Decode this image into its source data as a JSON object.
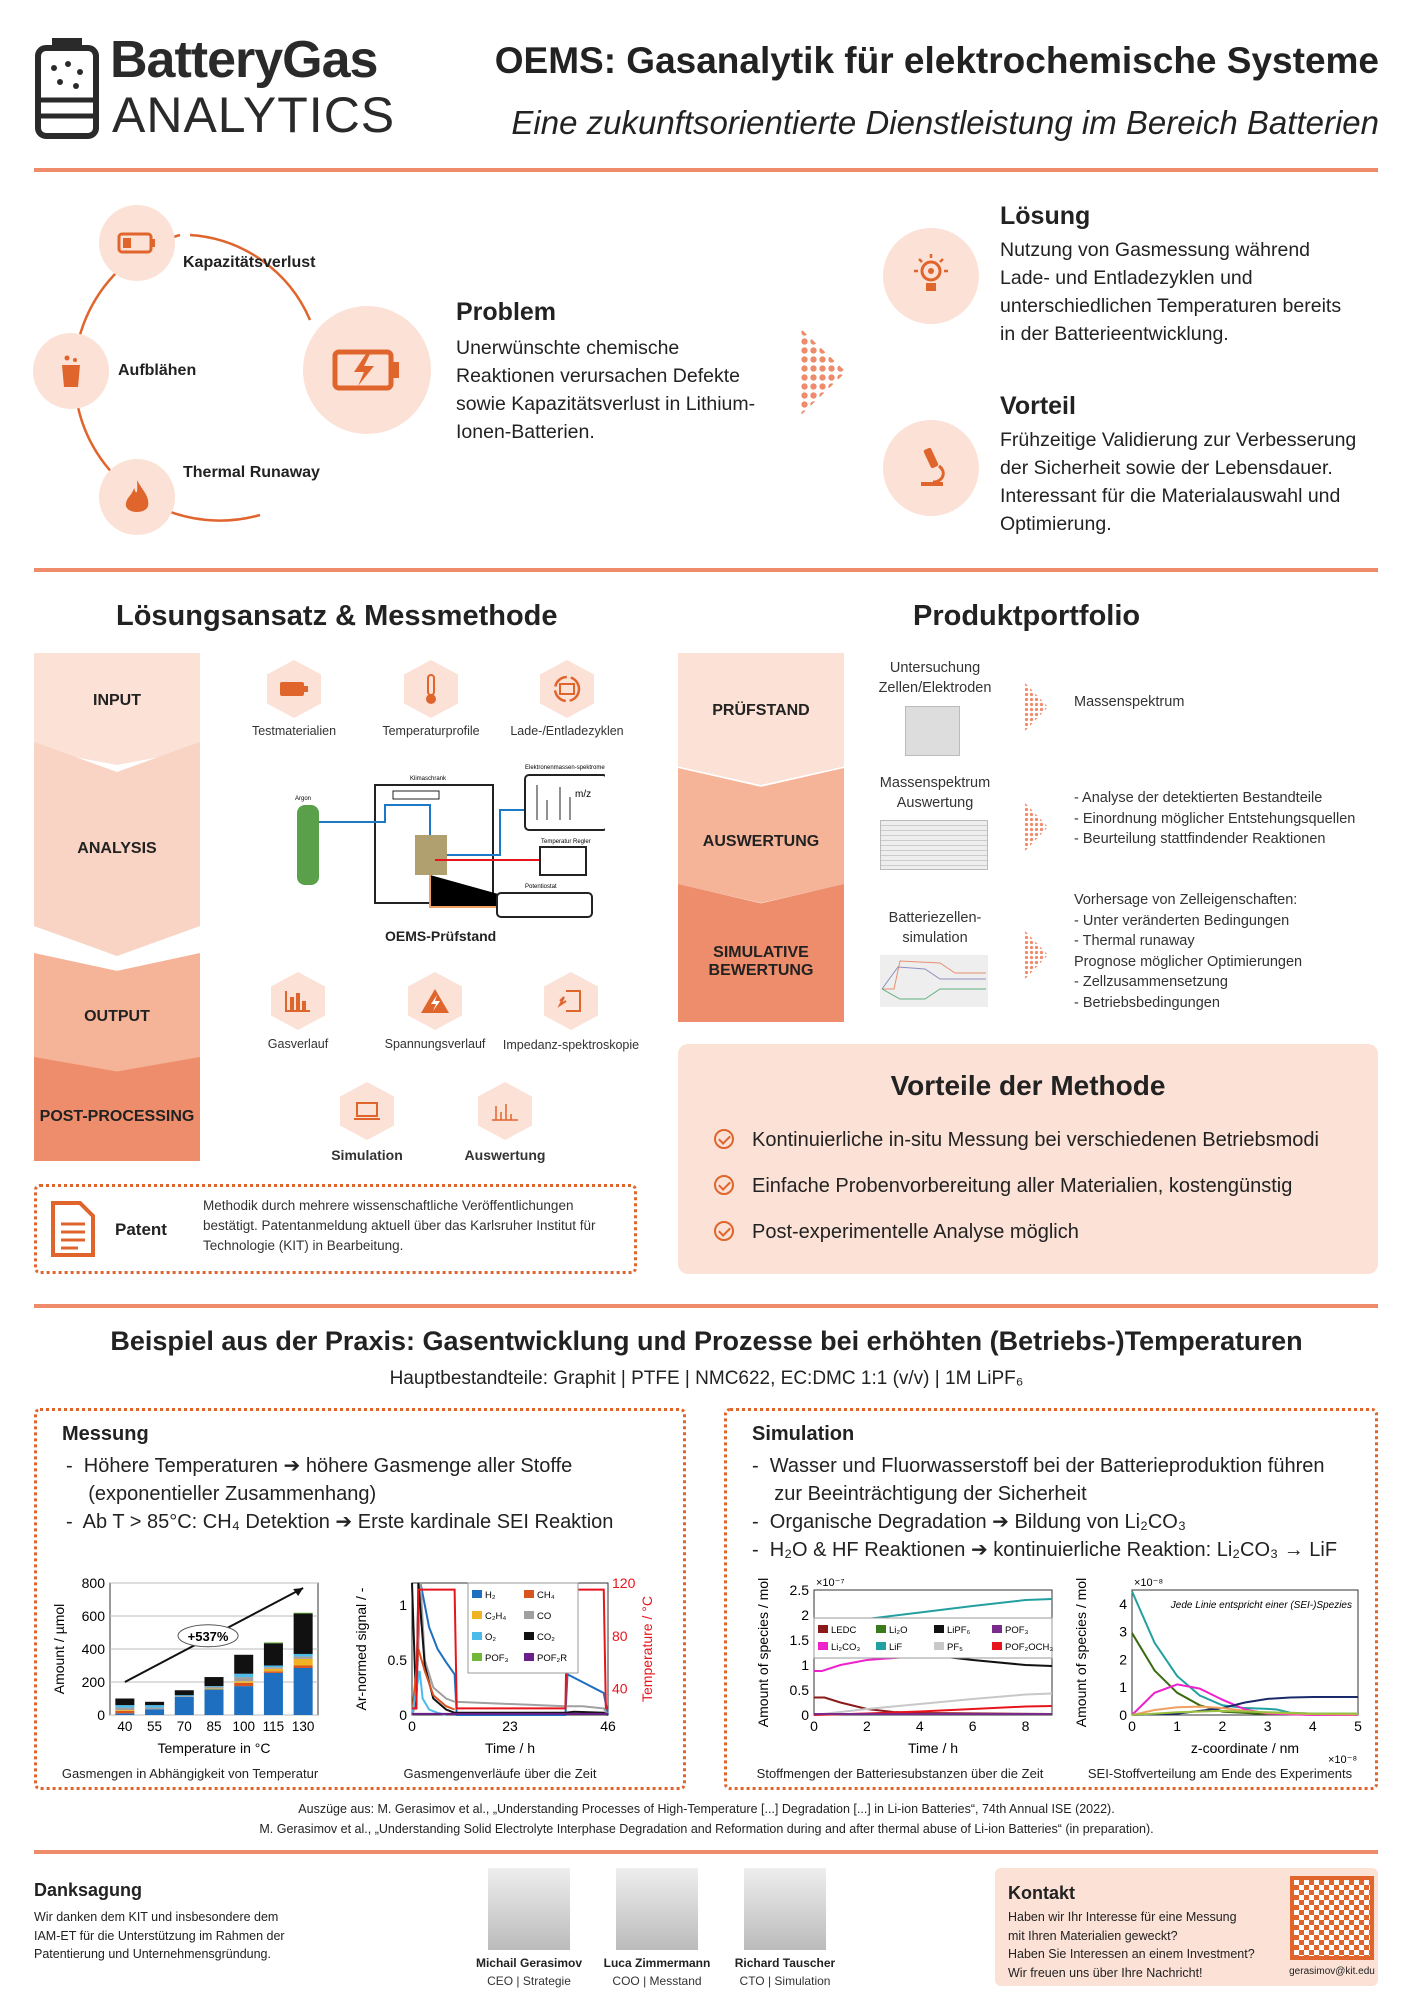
{
  "header": {
    "logo_top": "BatteryGas",
    "logo_bottom": "ANALYTICS",
    "title": "OEMS: Gasanalytik für elektrochemische Systeme",
    "subtitle": "Eine zukunftsorientierte Dienstleistung im Bereich Batterien"
  },
  "problem": {
    "effects": [
      "Kapazitätsverlust",
      "Aufblähen",
      "Thermal Runaway"
    ],
    "heading": "Problem",
    "text": "Unerwünschte chemische Reaktionen verursachen Defekte sowie Kapazitätsverlust in Lithium-Ionen-Batterien."
  },
  "solution": {
    "heading": "Lösung",
    "text": "Nutzung von Gasmessung während Lade- und Entladezyklen und unterschiedlichen Temperaturen bereits in der Batterieentwicklung."
  },
  "advantage": {
    "heading": "Vorteil",
    "text": "Frühzeitige Validierung zur Verbesserung  der Sicherheit sowie der Lebensdauer. Interessant für die Materialauswahl und Optimierung."
  },
  "method": {
    "heading": "Lösungsansatz & Messmethode",
    "stages": [
      "INPUT",
      "ANALYSIS",
      "OUTPUT",
      "POST-PROCESSING"
    ],
    "inputs": [
      "Testmaterialien",
      "Temperaturprofile",
      "Lade-/Entladezyklen"
    ],
    "setup": {
      "title": "OEMS-Prüfstand",
      "labels": [
        "Klimaschrank",
        "Argon",
        "Elektronenmassen-spektrometer",
        "Temperatur Regler",
        "Potentiostat",
        "m/z"
      ]
    },
    "outputs": [
      "Gasverlauf",
      "Spannungsverlauf",
      "Impedanz-spektroskopie"
    ],
    "post": [
      "Simulation",
      "Auswertung"
    ]
  },
  "patent": {
    "label": "Patent",
    "text": "Methodik durch mehrere wissenschaftliche Veröffentlichungen bestätigt. Patentanmeldung aktuell über das Karlsruher Institut für Technologie (KIT) in Bearbeitung."
  },
  "portfolio": {
    "heading": "Produktportfolio",
    "rows": [
      {
        "stage": "PRÜFSTAND",
        "item": "Untersuchung Zellen/Elektroden",
        "result": [
          "Massenspektrum"
        ]
      },
      {
        "stage": "AUSWERTUNG",
        "item": "Massenspektrum Auswertung",
        "result": [
          "-  Analyse der detektierten Bestandteile",
          "-  Einordnung möglicher Entstehungsquellen",
          "-  Beurteilung stattfindender Reaktionen"
        ]
      },
      {
        "stage": "SIMULATIVE BEWERTUNG",
        "item": "Batteriezellen-simulation",
        "result": [
          "Vorhersage von Zelleigenschaften:",
          "-  Unter veränderten Bedingungen",
          "-  Thermal runaway",
          "Prognose möglicher Optimierungen",
          "-  Zellzusammensetzung",
          "-  Betriebsbedingungen"
        ]
      }
    ]
  },
  "benefits": {
    "heading": "Vorteile der Methode",
    "items": [
      "Kontinuierliche in-situ Messung bei verschiedenen Betriebsmodi",
      "Einfache Probenvorbereitung aller Materialien, kostengünstig",
      "Post-experimentelle Analyse möglich"
    ]
  },
  "example": {
    "heading": "Beispiel aus der Praxis: Gasentwicklung und Prozesse bei erhöhten (Betriebs-)Temperaturen",
    "sub": "Hauptbestandteile: Graphit | PTFE | NMC622, EC:DMC 1:1 (v/v) | 1M LiPF₆",
    "measurement": {
      "heading": "Messung",
      "bullets": [
        "-  Höhere Temperaturen ➔ höhere Gasmenge aller Stoffe",
        "    (exponentieller Zusammenhang)",
        "-  Ab T > 85°C: CH₄ Detektion ➔ Erste kardinale SEI Reaktion"
      ],
      "captions": [
        "Gasmengen in Abhängigkeit von Temperatur",
        "Gasmengenverläufe über die Zeit"
      ]
    },
    "simulation": {
      "heading": "Simulation",
      "bullets": [
        "-  Wasser und Fluorwasserstoff bei der Batterieproduktion führen",
        "    zur Beeinträchtigung der Sicherheit",
        "-  Organische Degradation ➔ Bildung von Li₂CO₃",
        "-  H₂O & HF Reaktionen ➔ kontinuierliche Reaktion: Li₂CO₃ → LiF"
      ],
      "captions": [
        "Stoffmengen der Batteriesubstanzen über die Zeit",
        "SEI-Stoffverteilung am Ende des Experiments"
      ]
    }
  },
  "citations": [
    "Auszüge aus: M. Gerasimov et al., „Understanding Processes of High-Temperature [...] Degradation [...] in Li-ion Batteries“, 74th Annual ISE (2022).",
    "M. Gerasimov et al., „Understanding Solid Electrolyte Interphase Degradation and Reformation during and after  thermal abuse of Li-ion Batteries“ (in preparation)."
  ],
  "thanks": {
    "heading": "Danksagung",
    "text": "Wir danken dem KIT und insbesondere dem IAM-ET für die Unterstützung im Rahmen der Patentierung und Unternehmensgründung."
  },
  "team": [
    {
      "name": "Michail Gerasimov",
      "role": "CEO | Strategie"
    },
    {
      "name": "Luca Zimmermann",
      "role": "COO | Messtand"
    },
    {
      "name": "Richard Tauscher",
      "role": "CTO | Simulation"
    }
  ],
  "contact": {
    "heading": "Kontakt",
    "lines": [
      "Haben wir Ihr Interesse für eine Messung",
      "mit Ihren Materialien geweckt?",
      "Haben Sie Interessen an einem Investment?",
      "Wir freuen uns über Ihre Nachricht!"
    ],
    "email": "gerasimov@kit.edu"
  },
  "colors": {
    "accent": "#e0652d",
    "line": "#ee8b6a",
    "peach": "#fbe1d6"
  },
  "chart_data": [
    {
      "type": "bar",
      "stacked": true,
      "title": "",
      "xlabel": "Temperature in °C",
      "ylabel": "Amount / µmol",
      "ylim": [
        0,
        800
      ],
      "yticks": [
        0,
        200,
        400,
        600,
        800
      ],
      "categories": [
        "40",
        "55",
        "70",
        "85",
        "100",
        "115",
        "130"
      ],
      "annotation": "+537%",
      "series": [
        {
          "name": "H₂",
          "color": "#1f6fc0",
          "values": [
            10,
            35,
            110,
            155,
            175,
            255,
            285
          ]
        },
        {
          "name": "CH₄",
          "color": "#d9541e",
          "values": [
            15,
            0,
            0,
            0,
            20,
            10,
            15
          ]
        },
        {
          "name": "C₂H₄",
          "color": "#f0b323",
          "values": [
            5,
            0,
            0,
            5,
            10,
            15,
            40
          ]
        },
        {
          "name": "CO",
          "color": "#a0a0a0",
          "values": [
            15,
            10,
            5,
            10,
            25,
            10,
            15
          ]
        },
        {
          "name": "O₂",
          "color": "#4dbbe9",
          "values": [
            15,
            15,
            5,
            5,
            20,
            10,
            15
          ]
        },
        {
          "name": "CO₂",
          "color": "#111111",
          "values": [
            40,
            20,
            30,
            55,
            115,
            135,
            245
          ]
        },
        {
          "name": "POF₃",
          "color": "#6fb83a",
          "values": [
            0,
            0,
            0,
            0,
            0,
            5,
            5
          ]
        }
      ]
    },
    {
      "type": "line",
      "xlabel": "Time / h",
      "ylabel": "Ar-normed signal / -",
      "y2label": "Temperature / °C",
      "xlim": [
        0,
        46
      ],
      "ylim": [
        0,
        1.2
      ],
      "y2lim": [
        20,
        120
      ],
      "xticks": [
        0,
        23,
        46
      ],
      "yticks": [
        0,
        0.5,
        1
      ],
      "y2ticks": [
        40,
        80,
        120
      ],
      "legend": [
        "H₂",
        "CH₄",
        "C₂H₄",
        "CO",
        "O₂",
        "CO₂",
        "POF₃",
        "POF₂R"
      ],
      "legend_colors": [
        "#1f6fc0",
        "#d9541e",
        "#f0b323",
        "#a0a0a0",
        "#4dbbe9",
        "#111111",
        "#6fb83a",
        "#6a1f8a"
      ],
      "series": [
        {
          "name": "H₂",
          "color": "#1f6fc0",
          "x": [
            0,
            1,
            2,
            3,
            4,
            6,
            8,
            10,
            10.5,
            36,
            36.5,
            40,
            44,
            45,
            46
          ],
          "y": [
            0.05,
            0.1,
            1.2,
            1.0,
            0.8,
            0.6,
            0.48,
            0.37,
            0,
            0,
            0.37,
            0.3,
            0.22,
            0.2,
            0
          ]
        },
        {
          "name": "CO",
          "color": "#a0a0a0",
          "x": [
            0,
            1,
            2,
            3,
            5,
            8,
            10,
            36,
            40,
            45,
            46
          ],
          "y": [
            0,
            0.1,
            1.2,
            0.5,
            0.25,
            0.15,
            0.12,
            0.08,
            0.08,
            0.06,
            0
          ]
        },
        {
          "name": "CO₂",
          "color": "#111111",
          "x": [
            0,
            1,
            1.5,
            3,
            5,
            8,
            10,
            36,
            38,
            45,
            46
          ],
          "y": [
            1.2,
            0.05,
            1.2,
            0.45,
            0.15,
            0.05,
            0.02,
            0.02,
            0.03,
            0.02,
            0
          ]
        },
        {
          "name": "CH₄",
          "color": "#d9541e",
          "x": [
            0,
            1.5,
            3,
            5,
            8,
            10
          ],
          "y": [
            0,
            0.6,
            0.4,
            0.18,
            0.08,
            0.05
          ]
        },
        {
          "name": "O₂",
          "color": "#4dbbe9",
          "x": [
            0,
            1.8,
            2.5,
            4,
            6,
            8
          ],
          "y": [
            0,
            0.4,
            0.15,
            0.05,
            0.02,
            0
          ]
        },
        {
          "name": "POF₂R",
          "color": "#6a1f8a",
          "x": [
            0,
            46
          ],
          "y": [
            0.01,
            0.01
          ]
        },
        {
          "name": "Temperature",
          "axis": "y2",
          "color": "#e8141c",
          "x": [
            0,
            1,
            1.5,
            10,
            10.5,
            36,
            36.5,
            45,
            45.5,
            46
          ],
          "y": [
            25,
            25,
            115,
            115,
            25,
            25,
            115,
            115,
            25,
            25
          ]
        }
      ]
    },
    {
      "type": "line",
      "xlabel": "Time / h",
      "ylabel": "Amount of species / mol",
      "yexp": "×10⁻⁷",
      "xlim": [
        0,
        9
      ],
      "ylim": [
        0,
        2.5
      ],
      "xticks": [
        0,
        2,
        4,
        6,
        8
      ],
      "yticks": [
        0,
        0.5,
        1,
        1.5,
        2,
        2.5
      ],
      "legend": [
        "LEDC",
        "Li₂O",
        "LiPF₆",
        "POF₃",
        "Li₂CO₃",
        "LiF",
        "PF₅",
        "POF₂OCH₃"
      ],
      "legend_colors": [
        "#8b1a1a",
        "#3a7a1a",
        "#111111",
        "#7a2a8a",
        "#ee22cc",
        "#22a0a0",
        "#c8c8c8",
        "#e8141c"
      ],
      "series": [
        {
          "name": "LiF",
          "color": "#22a0a0",
          "x": [
            0,
            0.3,
            2,
            4,
            6,
            8,
            9
          ],
          "y": [
            1.8,
            1.8,
            1.92,
            2.05,
            2.18,
            2.3,
            2.32
          ]
        },
        {
          "name": "LiPF₆",
          "color": "#111111",
          "x": [
            0,
            0.3,
            2,
            4,
            6,
            8,
            9
          ],
          "y": [
            1.47,
            1.47,
            1.35,
            1.22,
            1.1,
            1.0,
            0.98
          ]
        },
        {
          "name": "Li₂O",
          "color": "#3a7a1a",
          "x": [
            0,
            9
          ],
          "y": [
            1.18,
            1.18
          ]
        },
        {
          "name": "Li₂CO₃",
          "color": "#ee22cc",
          "x": [
            0,
            0.3,
            1,
            2,
            4,
            9
          ],
          "y": [
            0.88,
            0.88,
            1.0,
            1.1,
            1.18,
            1.2
          ]
        },
        {
          "name": "LEDC",
          "color": "#8b1a1a",
          "x": [
            0,
            0.4,
            1,
            2,
            3,
            4,
            9
          ],
          "y": [
            0.35,
            0.35,
            0.25,
            0.12,
            0.06,
            0.04,
            0.02
          ]
        },
        {
          "name": "PF₅",
          "color": "#c8c8c8",
          "x": [
            0,
            2,
            4,
            6,
            8,
            9
          ],
          "y": [
            0,
            0.12,
            0.22,
            0.32,
            0.41,
            0.43
          ]
        },
        {
          "name": "POF₂OCH₃",
          "color": "#e8141c",
          "x": [
            0,
            2,
            4,
            6,
            8,
            9
          ],
          "y": [
            0,
            0.03,
            0.07,
            0.12,
            0.17,
            0.18
          ]
        },
        {
          "name": "POF₃",
          "color": "#7a2a8a",
          "x": [
            0,
            9
          ],
          "y": [
            0.02,
            0.02
          ]
        }
      ]
    },
    {
      "type": "line",
      "xlabel": "z-coordinate / nm",
      "xexp": "×10⁻⁸",
      "ylabel": "Amount of species / mol",
      "yexp": "×10⁻⁸",
      "xlim": [
        0,
        5
      ],
      "ylim": [
        0,
        4.5
      ],
      "xticks": [
        0,
        1,
        2,
        3,
        4,
        5
      ],
      "yticks": [
        0,
        1,
        2,
        3,
        4
      ],
      "annotation": "Jede Linie entspricht einer (SEI-)Spezies",
      "series": [
        {
          "name": "species-1",
          "color": "#22a0a0",
          "x": [
            0,
            0.5,
            1,
            1.5,
            2,
            2.5,
            3,
            3.2,
            3.5,
            4,
            5
          ],
          "y": [
            4.45,
            2.6,
            1.4,
            0.7,
            0.35,
            0.25,
            0.22,
            0.2,
            0.08,
            0.05,
            0.05
          ]
        },
        {
          "name": "species-2",
          "color": "#3a6a10",
          "x": [
            0,
            0.5,
            1,
            1.5,
            2,
            3,
            5
          ],
          "y": [
            2.95,
            1.6,
            0.8,
            0.35,
            0.12,
            0.03,
            0.02
          ]
        },
        {
          "name": "species-3",
          "color": "#ee22cc",
          "x": [
            0,
            0.5,
            1,
            1.5,
            2,
            2.5,
            3,
            4,
            5
          ],
          "y": [
            0,
            0.8,
            1.1,
            0.95,
            0.55,
            0.2,
            0.05,
            0,
            0
          ]
        },
        {
          "name": "species-4",
          "color": "#1a2a6a",
          "x": [
            0,
            1,
            2,
            2.5,
            3,
            3.5,
            4,
            5
          ],
          "y": [
            0,
            0.05,
            0.25,
            0.45,
            0.58,
            0.63,
            0.65,
            0.65
          ]
        },
        {
          "name": "species-5",
          "color": "#f0a060",
          "x": [
            0,
            0.5,
            1,
            1.5,
            2,
            2.5,
            3,
            4,
            5
          ],
          "y": [
            0,
            0.18,
            0.28,
            0.3,
            0.25,
            0.15,
            0.08,
            0.03,
            0.02
          ]
        },
        {
          "name": "species-6",
          "color": "#9ac040",
          "x": [
            0,
            1,
            2,
            3,
            4,
            5
          ],
          "y": [
            0,
            0.1,
            0.15,
            0.1,
            0.05,
            0.05
          ]
        }
      ]
    }
  ]
}
